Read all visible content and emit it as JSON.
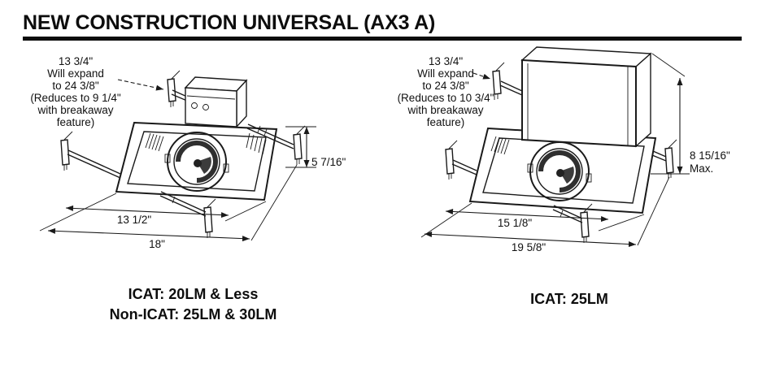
{
  "header": {
    "title": "NEW CONSTRUCTION UNIVERSAL (AX3 A)"
  },
  "colors": {
    "ink": "#111111",
    "background": "#ffffff"
  },
  "left_figure": {
    "annotation_lines": [
      "13 3/4\"",
      "Will expand",
      "to 24 3/8\"",
      "(Reduces to 9 1/4\"",
      "with breakaway",
      "feature)"
    ],
    "dim_height": "5 7/16\"",
    "dim_frame_width": "13 1/2\"",
    "dim_overall_width": "18\"",
    "caption_lines": [
      "ICAT: 20LM & Less",
      "Non-ICAT: 25LM & 30LM"
    ]
  },
  "right_figure": {
    "annotation_lines": [
      "13 3/4\"",
      "Will expand",
      "to 24 3/8\"",
      "(Reduces to 10 3/4\"",
      "with breakaway",
      "feature)"
    ],
    "dim_height": "8 15/16\"",
    "dim_height_note": "Max.",
    "dim_frame_width": "15 1/8\"",
    "dim_overall_width": "19 5/8\"",
    "caption_lines": [
      "ICAT: 25LM"
    ]
  }
}
